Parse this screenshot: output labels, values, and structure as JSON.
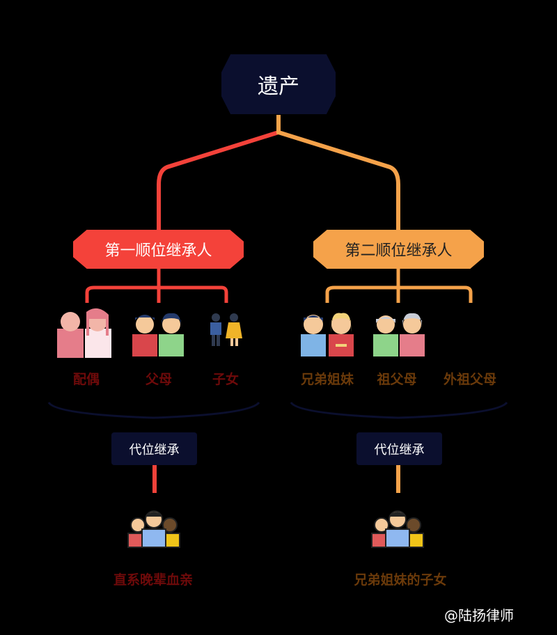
{
  "root": "遗产",
  "left": {
    "title": "第一顺位继承人",
    "color": "#f4423a",
    "members": [
      "配偶",
      "父母",
      "子女"
    ],
    "sub": "代位继承",
    "sub_member": "直系晚辈血亲",
    "text_color": "#6e0a0a"
  },
  "right": {
    "title": "第二顺位继承人",
    "color": "#f5a24a",
    "members": [
      "兄弟姐妹",
      "祖父母",
      "外祖父母"
    ],
    "sub": "代位继承",
    "sub_member": "兄弟姐妹的子女",
    "text_color": "#6b3a0a"
  },
  "watermark": "@陆扬律师"
}
